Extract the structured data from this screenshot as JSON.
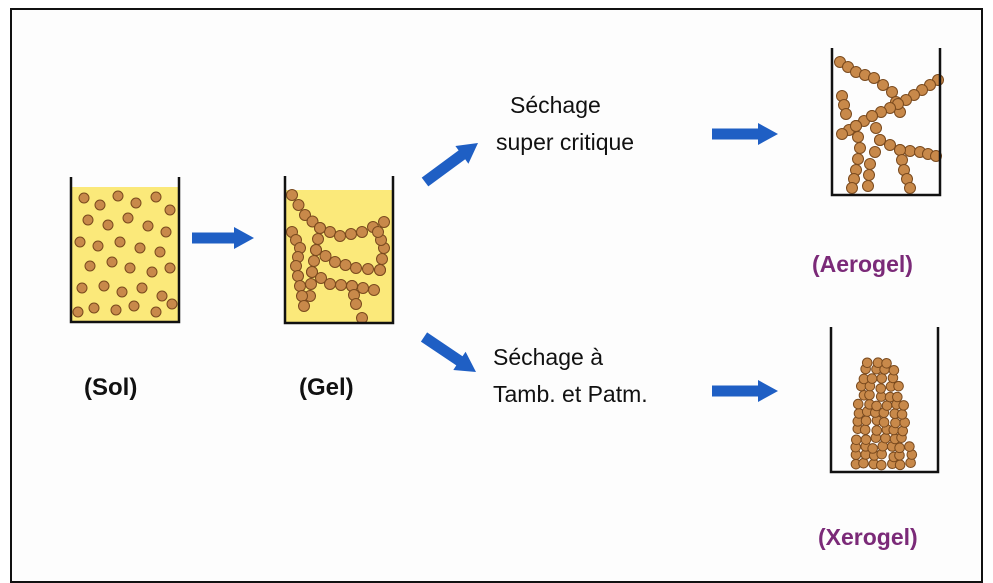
{
  "labels": {
    "sol": "(Sol)",
    "gel": "(Gel)",
    "drying_super": [
      "Séchage",
      "super critique"
    ],
    "drying_ambient": [
      "Séchage à",
      "Tamb. et Patm."
    ],
    "aerogel": "(Aerogel)",
    "xerogel": "(Xerogel)"
  },
  "colors": {
    "liquid": "#fbe97a",
    "particle": "#c8894a",
    "particle_edge": "#7a4a1e",
    "arrow": "#1f5fc4",
    "product_label": "#7b2a78",
    "container": "#111111"
  }
}
